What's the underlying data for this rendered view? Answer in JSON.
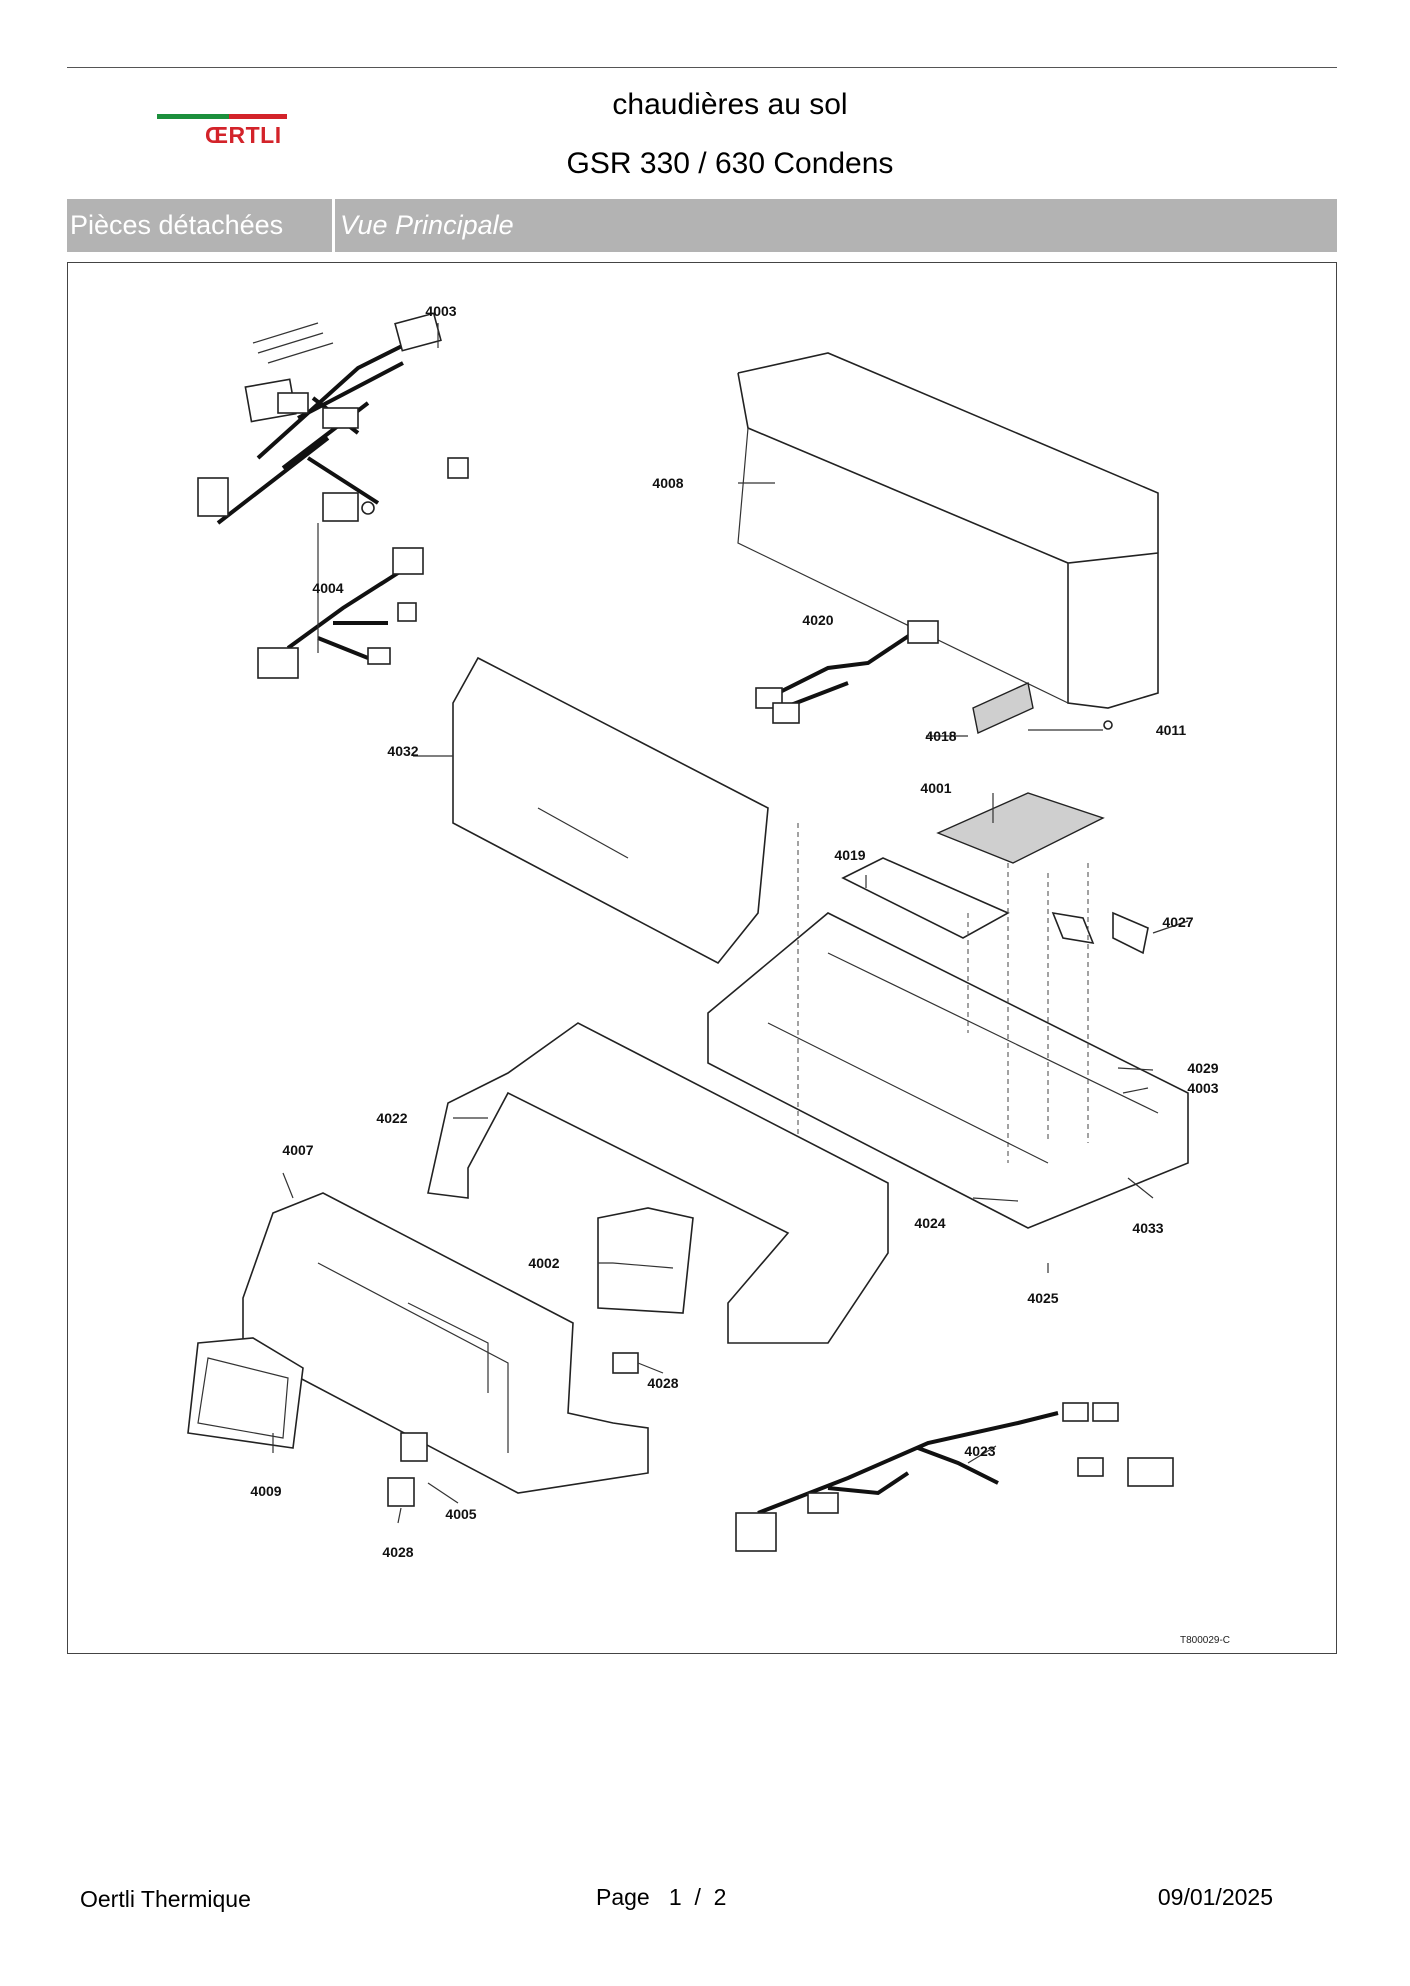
{
  "header": {
    "logo_text": "ŒRTLI",
    "title_line1": "chaudières au sol",
    "title_line2": "GSR 330 / 630 Condens"
  },
  "band": {
    "section_label": "Pièces détachées",
    "view_label": "Vue Principale"
  },
  "drawing": {
    "reference_code": "T800029-C",
    "callouts": [
      "4003",
      "4008",
      "4004",
      "4020",
      "4032",
      "4018",
      "4011",
      "4001",
      "4019",
      "4027",
      "4029",
      "4003",
      "4022",
      "4007",
      "4024",
      "4033",
      "4002",
      "4025",
      "4028",
      "4009",
      "4023",
      "4005",
      "4028"
    ]
  },
  "footer": {
    "company": "Oertli Thermique",
    "page_label": "Page",
    "page_current": "1",
    "page_sep": "/",
    "page_total": "2",
    "date": "09/01/2025"
  },
  "colors": {
    "band": "#b3b3b3",
    "logo_green": "#1c8f3c",
    "logo_red": "#d3232a"
  }
}
